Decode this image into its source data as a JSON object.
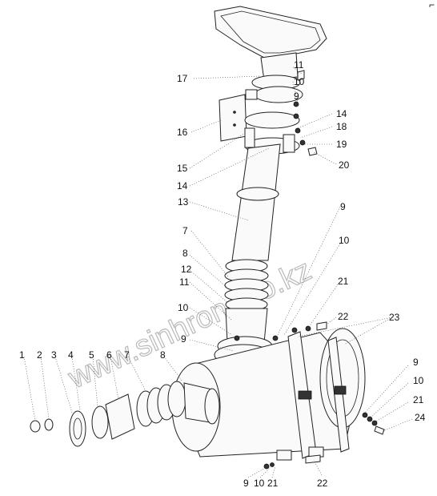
{
  "watermark": "www.sinhron-too.kz",
  "corner_mark": "⌐",
  "callouts": [
    {
      "id": "c1",
      "text": "1"
    },
    {
      "id": "c2",
      "text": "2"
    },
    {
      "id": "c3",
      "text": "3"
    },
    {
      "id": "c4",
      "text": "4"
    },
    {
      "id": "c5",
      "text": "5"
    },
    {
      "id": "c6",
      "text": "6"
    },
    {
      "id": "c7a",
      "text": "7"
    },
    {
      "id": "c8a",
      "text": "8"
    },
    {
      "id": "c7b",
      "text": "7"
    },
    {
      "id": "c8b",
      "text": "8"
    },
    {
      "id": "c12",
      "text": "12"
    },
    {
      "id": "c11b",
      "text": "11"
    },
    {
      "id": "c10b",
      "text": "10"
    },
    {
      "id": "c9b",
      "text": "9"
    },
    {
      "id": "c13",
      "text": "13"
    },
    {
      "id": "c14b",
      "text": "14"
    },
    {
      "id": "c15",
      "text": "15"
    },
    {
      "id": "c16",
      "text": "16"
    },
    {
      "id": "c17",
      "text": "17"
    },
    {
      "id": "c11a",
      "text": "11"
    },
    {
      "id": "c10a",
      "text": "10"
    },
    {
      "id": "c9a",
      "text": "9"
    },
    {
      "id": "c14a",
      "text": "14"
    },
    {
      "id": "c18",
      "text": "18"
    },
    {
      "id": "c19",
      "text": "19"
    },
    {
      "id": "c20",
      "text": "20"
    },
    {
      "id": "c9c",
      "text": "9"
    },
    {
      "id": "c10c",
      "text": "10"
    },
    {
      "id": "c21a",
      "text": "21"
    },
    {
      "id": "c22a",
      "text": "22"
    },
    {
      "id": "c23",
      "text": "23"
    },
    {
      "id": "c9d",
      "text": "9"
    },
    {
      "id": "c10d",
      "text": "10"
    },
    {
      "id": "c21b",
      "text": "21"
    },
    {
      "id": "c24",
      "text": "24"
    },
    {
      "id": "c9e",
      "text": "9"
    },
    {
      "id": "c10e",
      "text": "10"
    },
    {
      "id": "c21c",
      "text": "21"
    },
    {
      "id": "c22b",
      "text": "22"
    }
  ]
}
